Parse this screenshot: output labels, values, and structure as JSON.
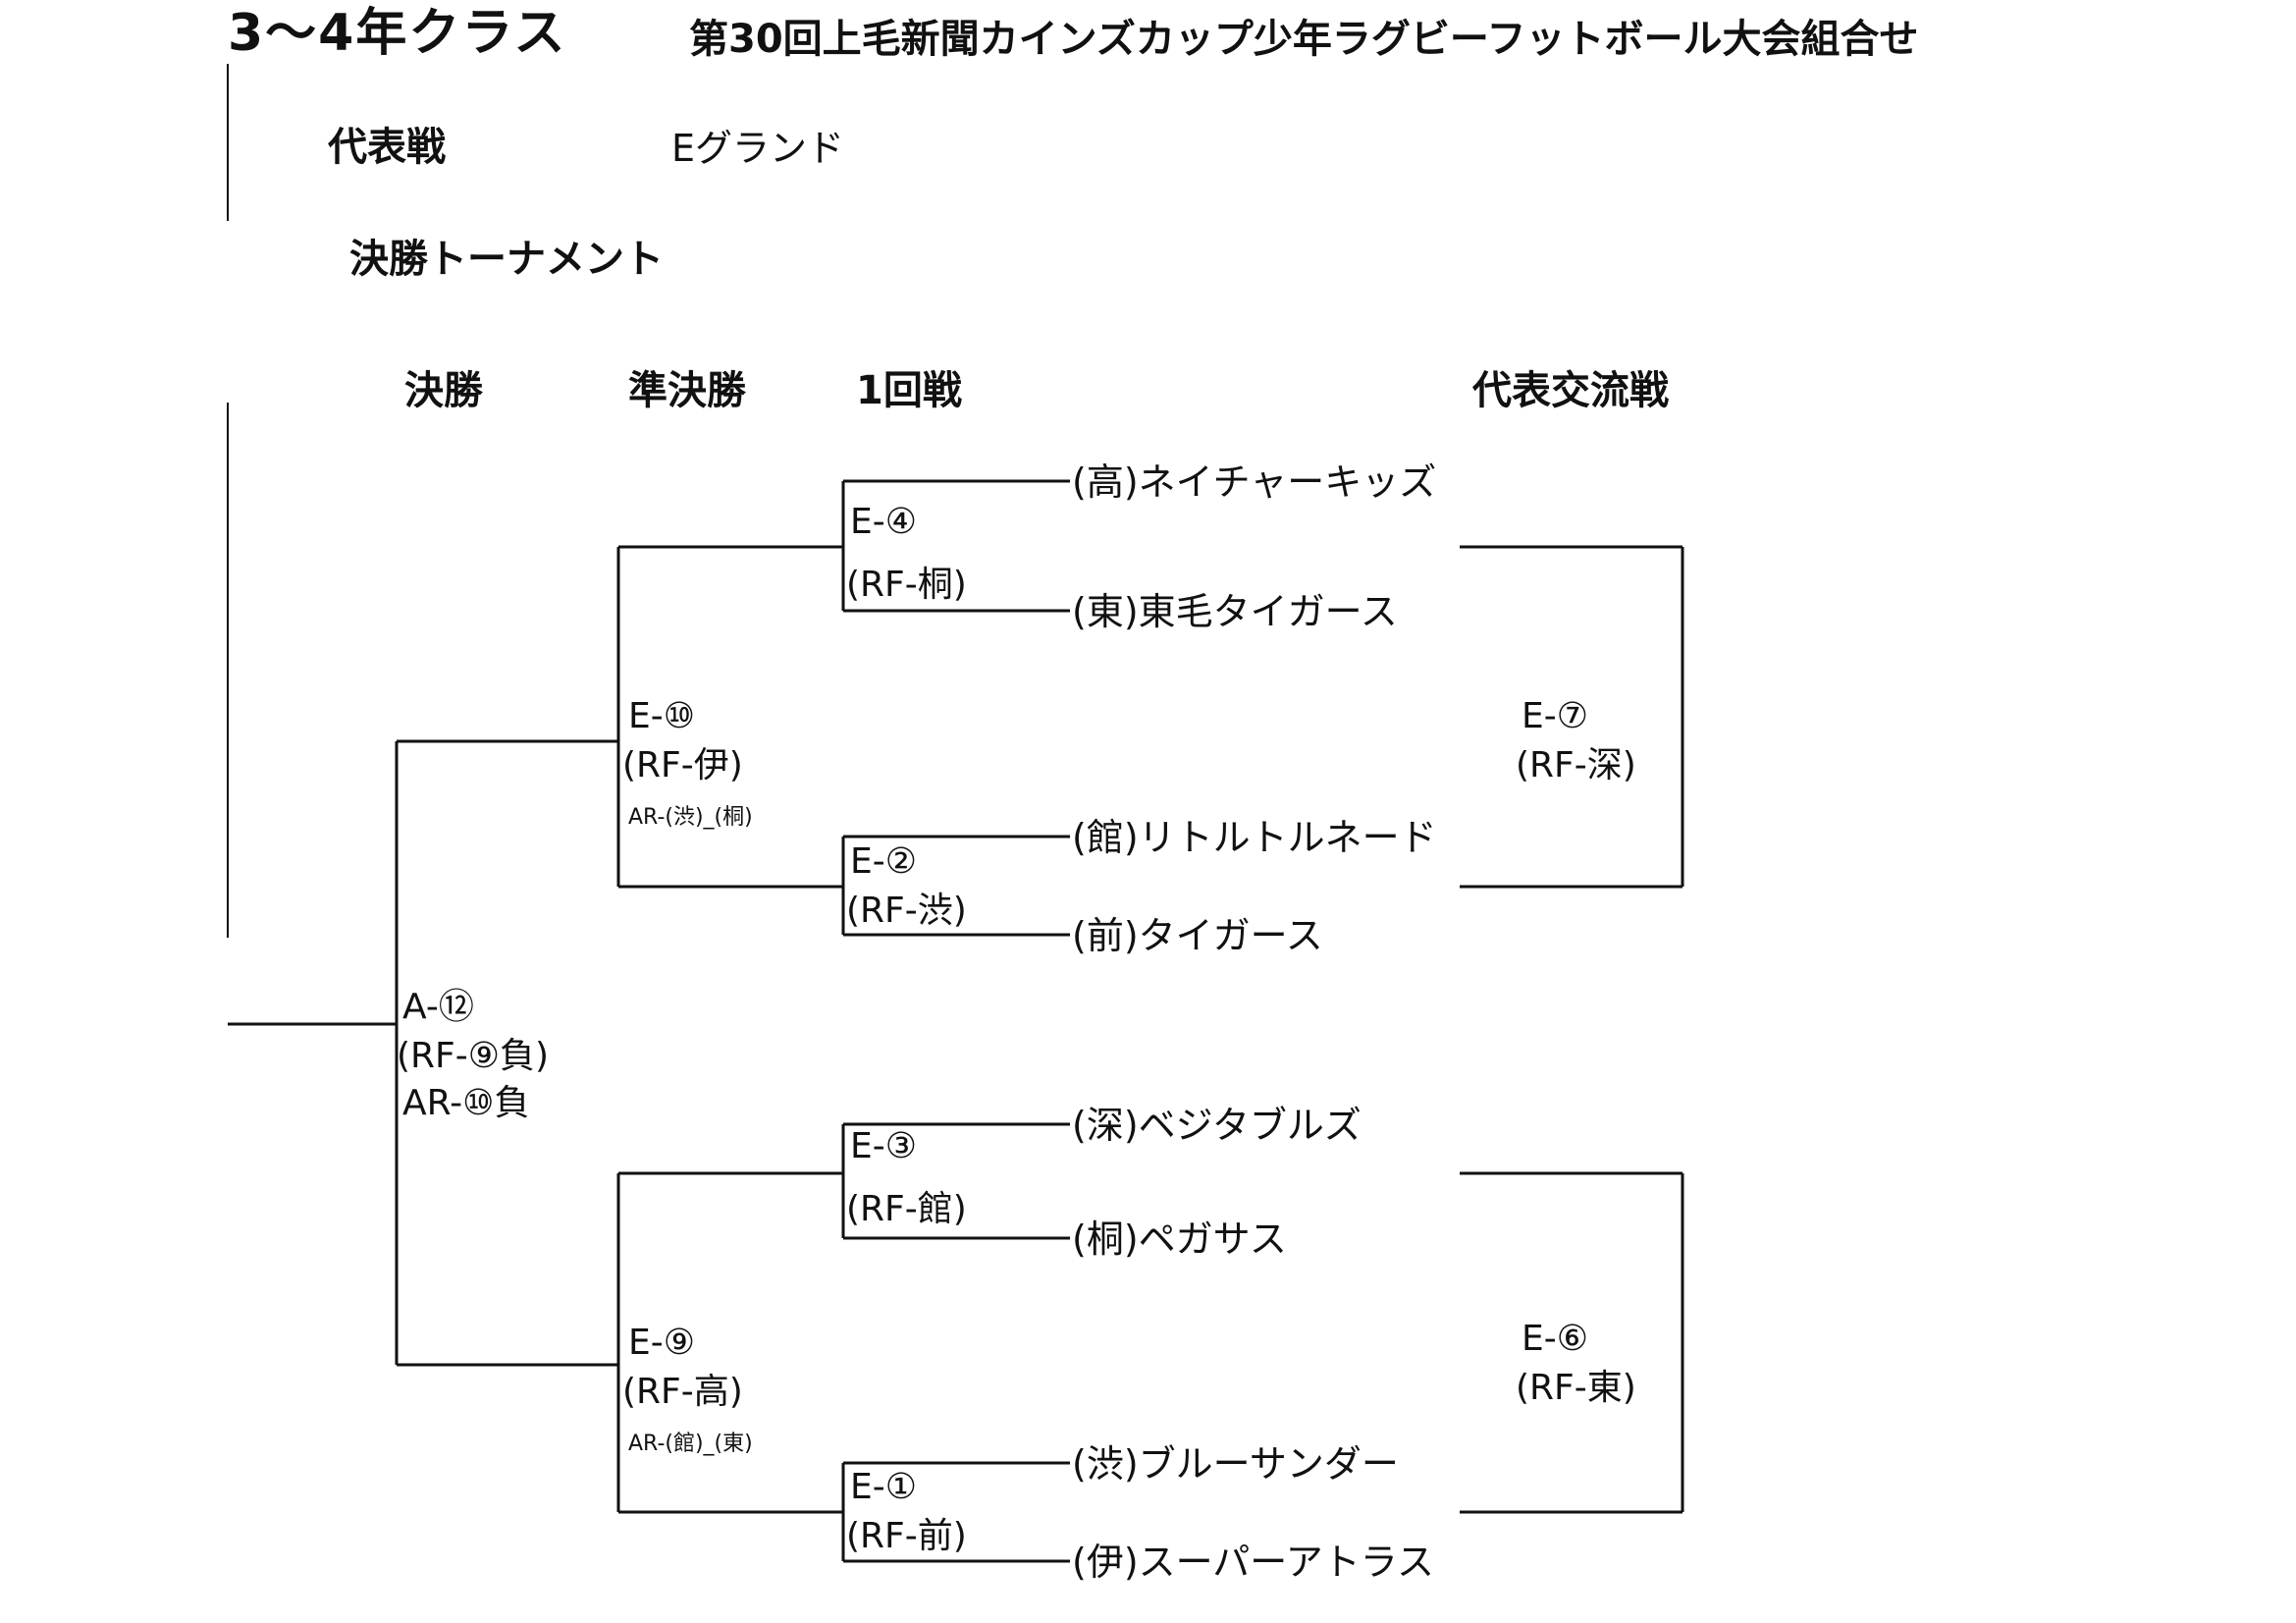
{
  "header": {
    "class_title": "3～4年クラス",
    "event_title": "第30回上毛新聞カインズカップ少年ラグビーフットボール大会組合せ"
  },
  "section": {
    "label": "代表戦",
    "ground": "Eグランド",
    "bracket_title": "決勝トーナメント"
  },
  "columns": {
    "final": "決勝",
    "semifinal": "準決勝",
    "round1": "1回戦",
    "exchange": "代表交流戦"
  },
  "matches": {
    "final": {
      "code": "A-⑫",
      "rf": "(RF-⑨負)",
      "ar": "AR-⑩負"
    },
    "semi_top": {
      "code": "E-⑩",
      "rf": "(RF-伊)",
      "ar": "AR-(渋)_(桐)"
    },
    "semi_bottom": {
      "code": "E-⑨",
      "rf": "(RF-高)",
      "ar": "AR-(館)_(東)"
    },
    "r1_a": {
      "code": "E-④",
      "rf": "(RF-桐)"
    },
    "r1_b": {
      "code": "E-②",
      "rf": "(RF-渋)"
    },
    "r1_c": {
      "code": "E-③",
      "rf": "(RF-館)"
    },
    "r1_d": {
      "code": "E-①",
      "rf": "(RF-前)"
    },
    "ex_top": {
      "code": "E-⑦",
      "rf": "(RF-深)"
    },
    "ex_bottom": {
      "code": "E-⑥",
      "rf": "(RF-東)"
    }
  },
  "teams": [
    "(高)ネイチャーキッズ",
    "(東)東毛タイガース",
    "(館)リトルトルネード",
    "(前)タイガース",
    "(深)ベジタブルズ",
    "(桐)ペガサス",
    "(渋)ブルーサンダー",
    "(伊)スーパーアトラス"
  ]
}
